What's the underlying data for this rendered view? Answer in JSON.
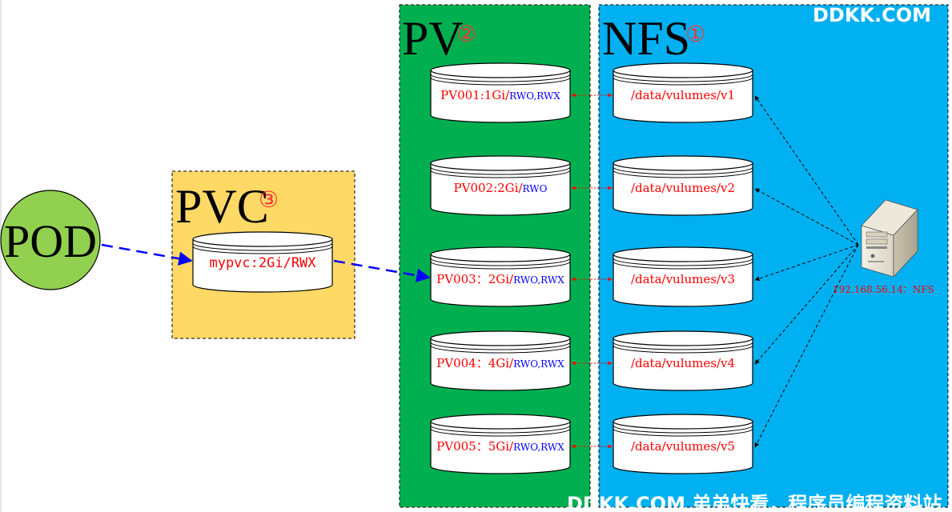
{
  "brand": "DDKK.COM",
  "footer": "DDKK.COM 弟弟快看，程序员编程资料站",
  "pod": {
    "label": "POD"
  },
  "pvc": {
    "title": "PVC",
    "number": "③",
    "claim": "mypvc:2Gi/RWX"
  },
  "pv": {
    "title": "PV",
    "number": "②",
    "volumes": [
      {
        "name": "PV001:1Gi/",
        "modes": "RWO,RWX"
      },
      {
        "name": "PV002:2Gi/",
        "modes": "RWO"
      },
      {
        "name": "PV003：2Gi/",
        "modes": "RWO,RWX"
      },
      {
        "name": "PV004：4Gi/",
        "modes": "RWO,RWX"
      },
      {
        "name": "PV005：5Gi/",
        "modes": "RWO,RWX"
      }
    ]
  },
  "nfs": {
    "title": "NFS",
    "number": "①",
    "paths": [
      "/data/vulumes/v1",
      "/data/vulumes/v2",
      "/data/vulumes/v3",
      "/data/vulumes/v4",
      "/data/vulumes/v5"
    ],
    "server": "192.168.56.14：NFS"
  },
  "colors": {
    "pv_panel": "#00b050",
    "nfs_panel": "#00b0f0",
    "pvc_panel": "#ffd966",
    "pod_circle": "#92d050",
    "claim_arrow": "#0000ff",
    "link_arrow": "#ff0000"
  },
  "icons": {
    "server": "server-tower-icon"
  }
}
